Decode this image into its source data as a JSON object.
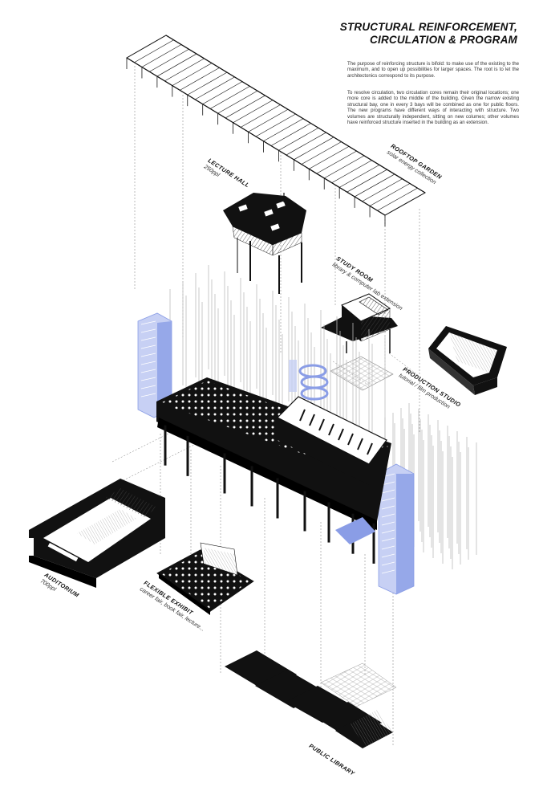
{
  "title": {
    "line1": "STRUCTURAL REINFORCEMENT,",
    "line2": "CIRCULATION & PROGRAM"
  },
  "description": {
    "paragraph1": "The purpose of reinforcing structure is bifold: to make use of the existing to the maximum, and to open up possibilities for larger spaces. The root is to let the architectonics correspond to its purpose.",
    "paragraph2": "To resolve circulation, two circulation cores remain their original locations; one more core is added to the middle of the building. Given the narrow existing structural bay, one in every 3 bays will be combined as one for public floors. The new programs have different ways of interacting with structure. Two volumes are structurally independent, sitting on new columes; other volumes have reinforced structure inserted in the building as an extension."
  },
  "labels": {
    "rooftop_garden": {
      "name": "ROOFTOP GARDEN",
      "detail": "solar energy collection"
    },
    "lecture_hall": {
      "name": "LECTURE HALL",
      "detail": "250ppl"
    },
    "study_room": {
      "name": "STUDY ROOM",
      "detail": "library & computer lab extension"
    },
    "production_studio": {
      "name": "PRODUCTION STUDIO",
      "detail": "tutorial / film production"
    },
    "auditorium": {
      "name": "AUDITORIUM",
      "detail": "700ppl"
    },
    "flexible_exhibit": {
      "name": "FLEXIBLE EXHIBIT",
      "detail": "career fair, book fair, lecture..."
    },
    "public_library": {
      "name": "PUBLIC LIBRARY",
      "detail": ""
    }
  },
  "colors": {
    "ink": "#111111",
    "core_blue": "#8a9de6",
    "core_blue_light": "#c7d0f4",
    "hatch_grey": "#888888"
  }
}
